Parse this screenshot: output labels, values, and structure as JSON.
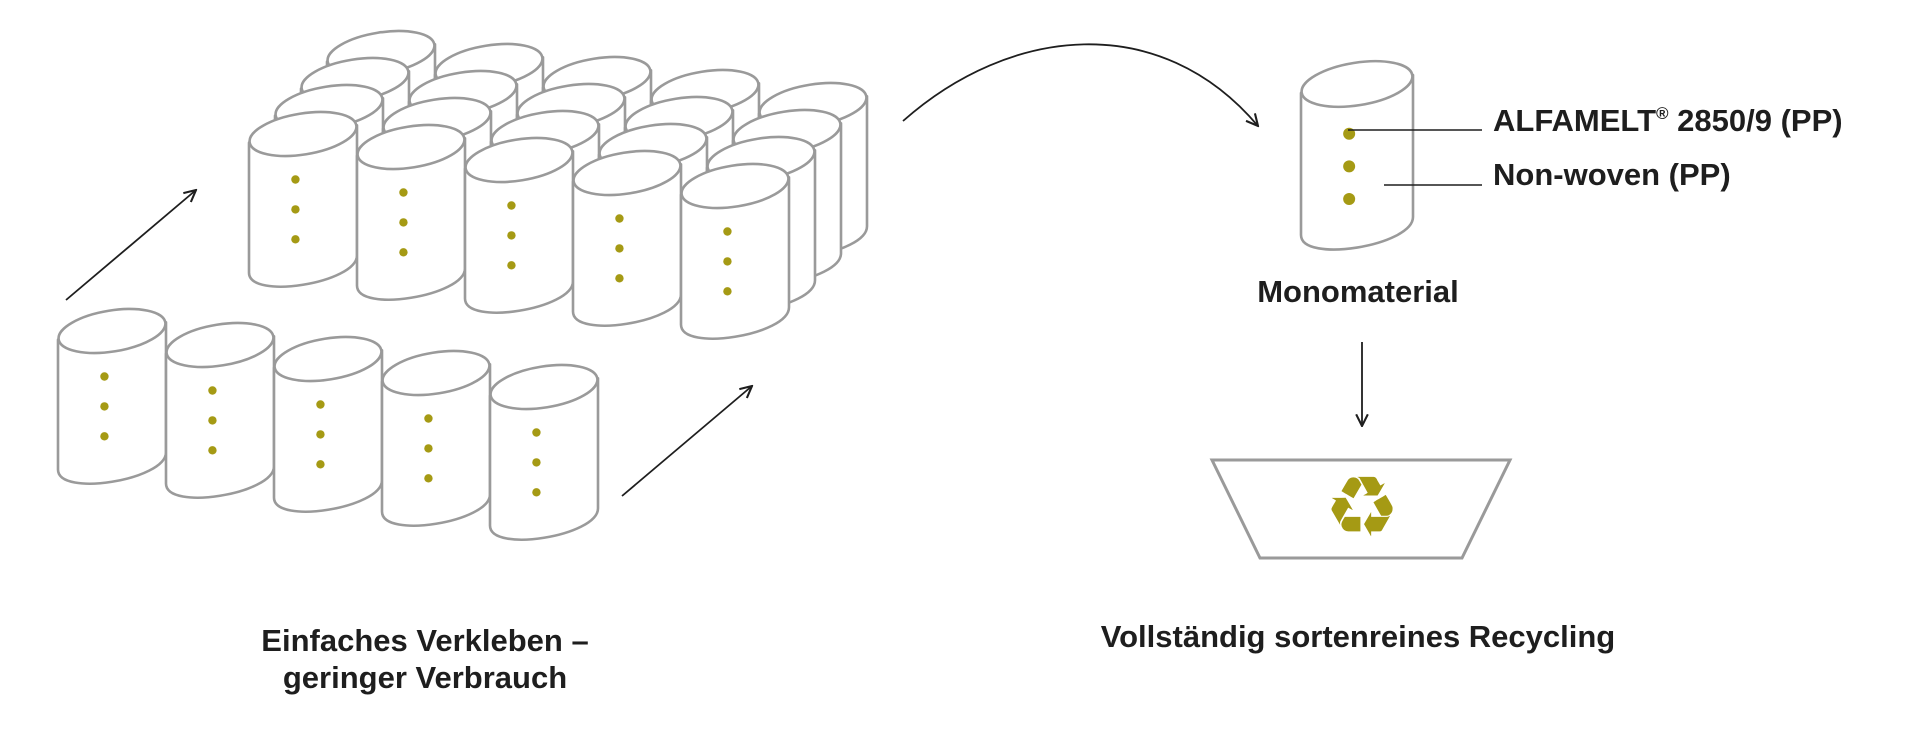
{
  "colors": {
    "outline": "#9a9a9a",
    "accent": "#a59a14",
    "arrow": "#1e1e1e",
    "text": "#1e1e1e"
  },
  "labels": {
    "left_caption_line1": "Einfaches Verkleben –",
    "left_caption_line2": "geringer Verbrauch",
    "mono_label": "Monomaterial",
    "right_caption": "Vollständig sortenreines Recycling",
    "component1_name": "ALFAMELT",
    "component1_mark": "®",
    "component1_rest": " 2850/9 (PP)",
    "component2": "Non-woven (PP)"
  },
  "icons": {
    "roll": "filter-roll-icon",
    "container": "recycling-container-icon",
    "recycle": "recycle-symbol-icon"
  }
}
